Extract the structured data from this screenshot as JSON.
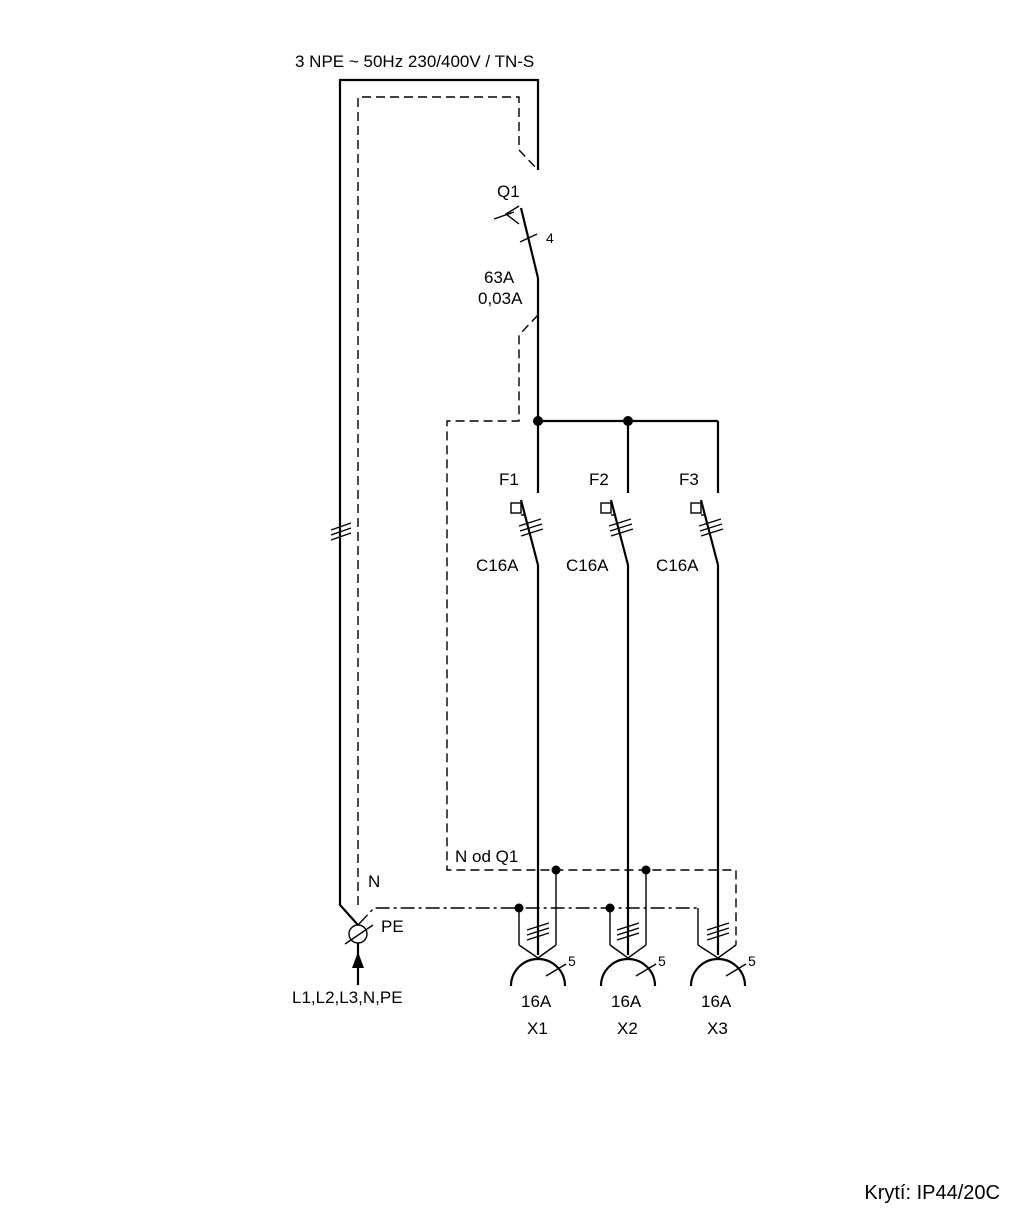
{
  "supply_label": "3 NPE ~ 50Hz  230/400V / TN-S",
  "main_switch": {
    "ref": "Q1",
    "poles": "4",
    "rating": "63A",
    "residual": "0,03A"
  },
  "breakers": [
    {
      "ref": "F1",
      "rating": "C16A"
    },
    {
      "ref": "F2",
      "rating": "C16A"
    },
    {
      "ref": "F3",
      "rating": "C16A"
    }
  ],
  "sockets": [
    {
      "ref": "X1",
      "rating": "16A",
      "poles": "5"
    },
    {
      "ref": "X2",
      "rating": "16A",
      "poles": "5"
    },
    {
      "ref": "X3",
      "rating": "16A",
      "poles": "5"
    }
  ],
  "neutral_note": "N od Q1",
  "terminal": {
    "n_label": "N",
    "pe_label": "PE",
    "feed_label": "L1,L2,L3,N,PE"
  },
  "protection": "Krytí: IP44/20C"
}
